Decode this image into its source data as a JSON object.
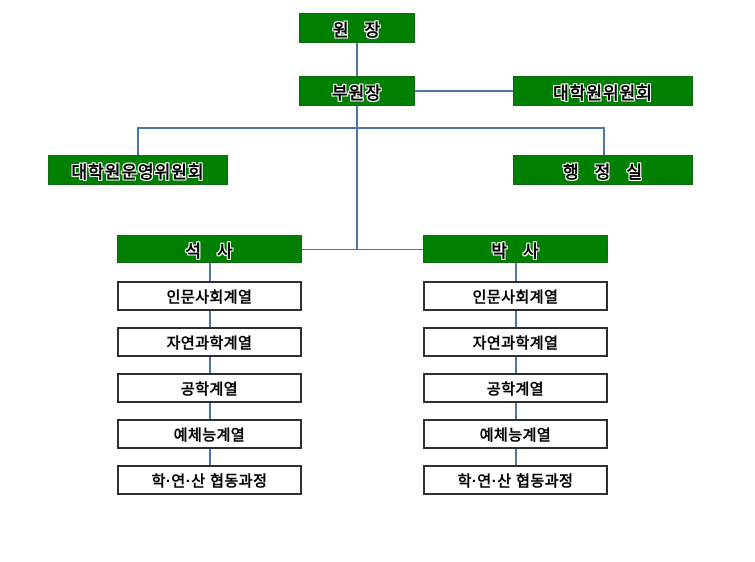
{
  "nodes": {
    "director": "원 장",
    "vice_director": "부원장",
    "graduate_school_committee": "대학원위원회",
    "graduate_school_operating_committee": "대학원운영위원회",
    "administration_office": "행 정 실",
    "masters": "석 사",
    "doctoral": "박 사"
  },
  "tracks": {
    "masters": [
      "인문사회계열",
      "자연과학계열",
      "공학계열",
      "예체능계열",
      "학·연·산 협동과정"
    ],
    "doctoral": [
      "인문사회계열",
      "자연과학계열",
      "공학계열",
      "예체능계열",
      "학·연·산 협동과정"
    ]
  },
  "colors": {
    "node_green": "#008000",
    "connector_blue": "#4e77a5",
    "track_border": "#2f2f2f"
  }
}
